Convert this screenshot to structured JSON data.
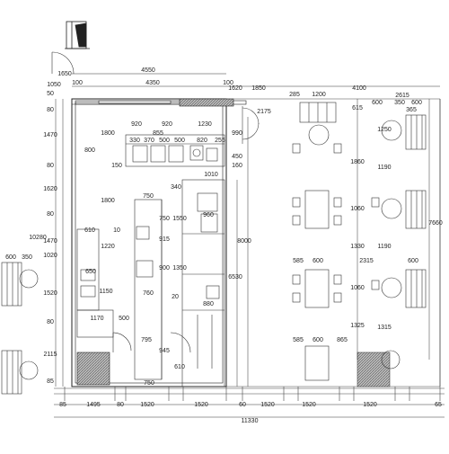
{
  "dims": {
    "top": {
      "overall_left": "4550",
      "inner_left": "4350",
      "mid": "1850",
      "right": "4100",
      "right_end": "2615",
      "left_a": "1650",
      "left_b": "100",
      "left_c": "100",
      "sub_a": "1620"
    },
    "bottom": {
      "d1495": "1495",
      "d1520a": "1520",
      "d1520b": "1520",
      "d1520c": "1520",
      "d1520d": "1520",
      "d1520e": "1520",
      "d80": "80",
      "d60": "60",
      "d85": "85",
      "d65": "65",
      "overall": "11330"
    },
    "left": {
      "d1050": "1050",
      "d50": "50",
      "d80a": "80",
      "d1470a": "1470",
      "d80b": "80",
      "d1620": "1620",
      "d80c": "80",
      "d1470b": "1470",
      "d1020": "1020",
      "d1520": "1520",
      "d80d": "80",
      "d2115": "2115",
      "d85": "85",
      "d10280": "10280",
      "d600": "600",
      "d350": "350"
    },
    "kitchen": {
      "d920a": "920",
      "d920b": "920",
      "d1230": "1230",
      "d330": "330",
      "d370": "370",
      "d500a": "500",
      "d500b": "500",
      "d820": "820",
      "d255": "255",
      "d855": "855",
      "d1800a": "1800",
      "d800": "800",
      "d150": "150",
      "d1010": "1010",
      "d340": "340",
      "d750a": "750",
      "d960": "960",
      "d1800b": "1800",
      "d750b": "750",
      "d1550": "1550",
      "d610": "610",
      "d1220": "1220",
      "d915": "915",
      "d650": "650",
      "d1150": "1150",
      "d900": "900",
      "d1350": "1350",
      "d760": "760",
      "d880": "880",
      "d1170": "1170",
      "d500c": "500",
      "d795": "795",
      "d945": "945",
      "d610b": "610",
      "d750c": "750",
      "d20": "20",
      "d2175": "2175",
      "d990": "990",
      "d450": "450",
      "d160": "160",
      "d10": "10"
    },
    "right": {
      "d1200": "1200",
      "d285": "285",
      "d350": "350",
      "d600a": "600",
      "d615": "615",
      "d1250": "1250",
      "d1860": "1860",
      "d1190a": "1190",
      "d1060a": "1060",
      "d1330": "1330",
      "d1190b": "1190",
      "d1060b": "1060",
      "d1325": "1325",
      "d1315": "1315",
      "d585a": "585",
      "d600b": "600",
      "d2315": "2315",
      "d600c": "600",
      "d585b": "585",
      "d600d": "600",
      "d865": "865",
      "d7660": "7660",
      "d8000": "8000",
      "d6530": "6530",
      "d365": "365",
      "d600e": "600"
    }
  }
}
